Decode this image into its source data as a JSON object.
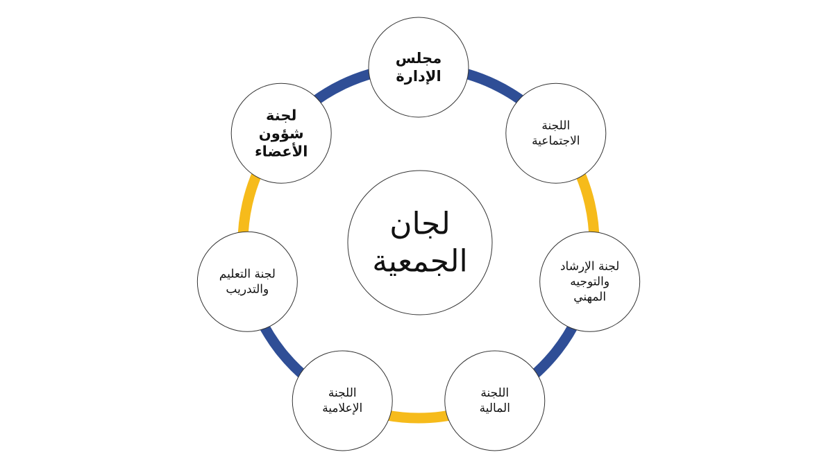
{
  "diagram": {
    "center": {
      "lines": [
        "لجان",
        "الجمعية"
      ]
    },
    "nodes": [
      {
        "id": "board",
        "lines": [
          "مجلس",
          "الإدارة"
        ],
        "bold": true
      },
      {
        "id": "social",
        "lines": [
          "اللجنة",
          "الاجتماعية"
        ],
        "bold": false
      },
      {
        "id": "guidance",
        "lines": [
          "لجنة الإرشاد",
          "والتوجيه",
          "المهني"
        ],
        "bold": false
      },
      {
        "id": "finance",
        "lines": [
          "اللجنة",
          "المالية"
        ],
        "bold": false
      },
      {
        "id": "media",
        "lines": [
          "اللجنة",
          "الإعلامية"
        ],
        "bold": false
      },
      {
        "id": "education",
        "lines": [
          "لجنة التعليم",
          "والتدريب"
        ],
        "bold": false
      },
      {
        "id": "members",
        "lines": [
          "لجنة",
          "شؤون",
          "الأعضاء"
        ],
        "bold": true
      }
    ],
    "arcs": [
      {
        "from": "board",
        "to": "social",
        "color": "#2f4e96"
      },
      {
        "from": "social",
        "to": "guidance",
        "color": "#f6bb1b"
      },
      {
        "from": "guidance",
        "to": "finance",
        "color": "#2f4e96"
      },
      {
        "from": "finance",
        "to": "media",
        "color": "#f6bb1b"
      },
      {
        "from": "media",
        "to": "education",
        "color": "#2f4e96"
      },
      {
        "from": "education",
        "to": "members",
        "color": "#f6bb1b"
      },
      {
        "from": "members",
        "to": "board",
        "color": "#2f4e96"
      }
    ],
    "colors": {
      "blue": "#2f4e96",
      "yellow": "#f6bb1b",
      "circle_stroke": "#333333",
      "circle_fill": "#ffffff"
    }
  }
}
